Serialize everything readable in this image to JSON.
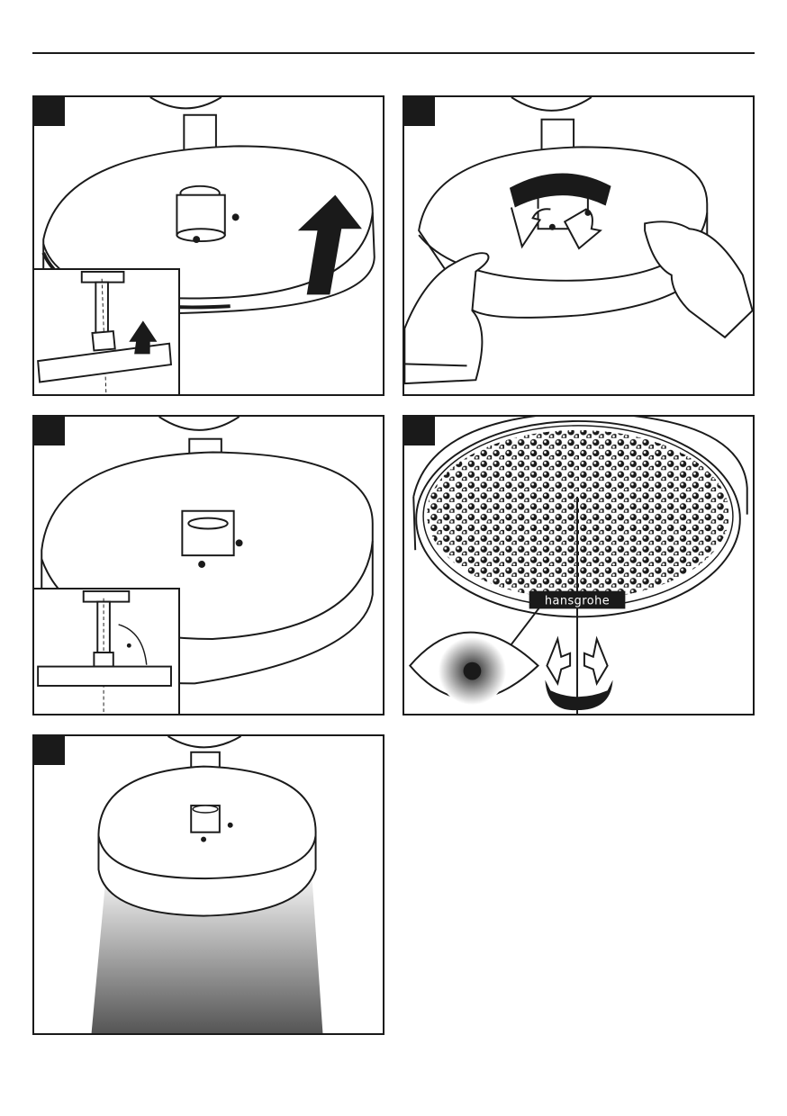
{
  "panels": [
    {
      "id": 1,
      "icon": "lift-arrow-icon"
    },
    {
      "id": 2,
      "icon": "rotate-arrows-icon"
    },
    {
      "id": 3,
      "icon": "level-angle-icon"
    },
    {
      "id": 4,
      "icon": "eye-icon",
      "brand_label": "hansgrohe"
    },
    {
      "id": 5,
      "icon": "water-spray-icon"
    }
  ],
  "colors": {
    "line": "#1a1a1a",
    "spray_top": "#e8e8e8",
    "spray_bottom": "#555555"
  }
}
